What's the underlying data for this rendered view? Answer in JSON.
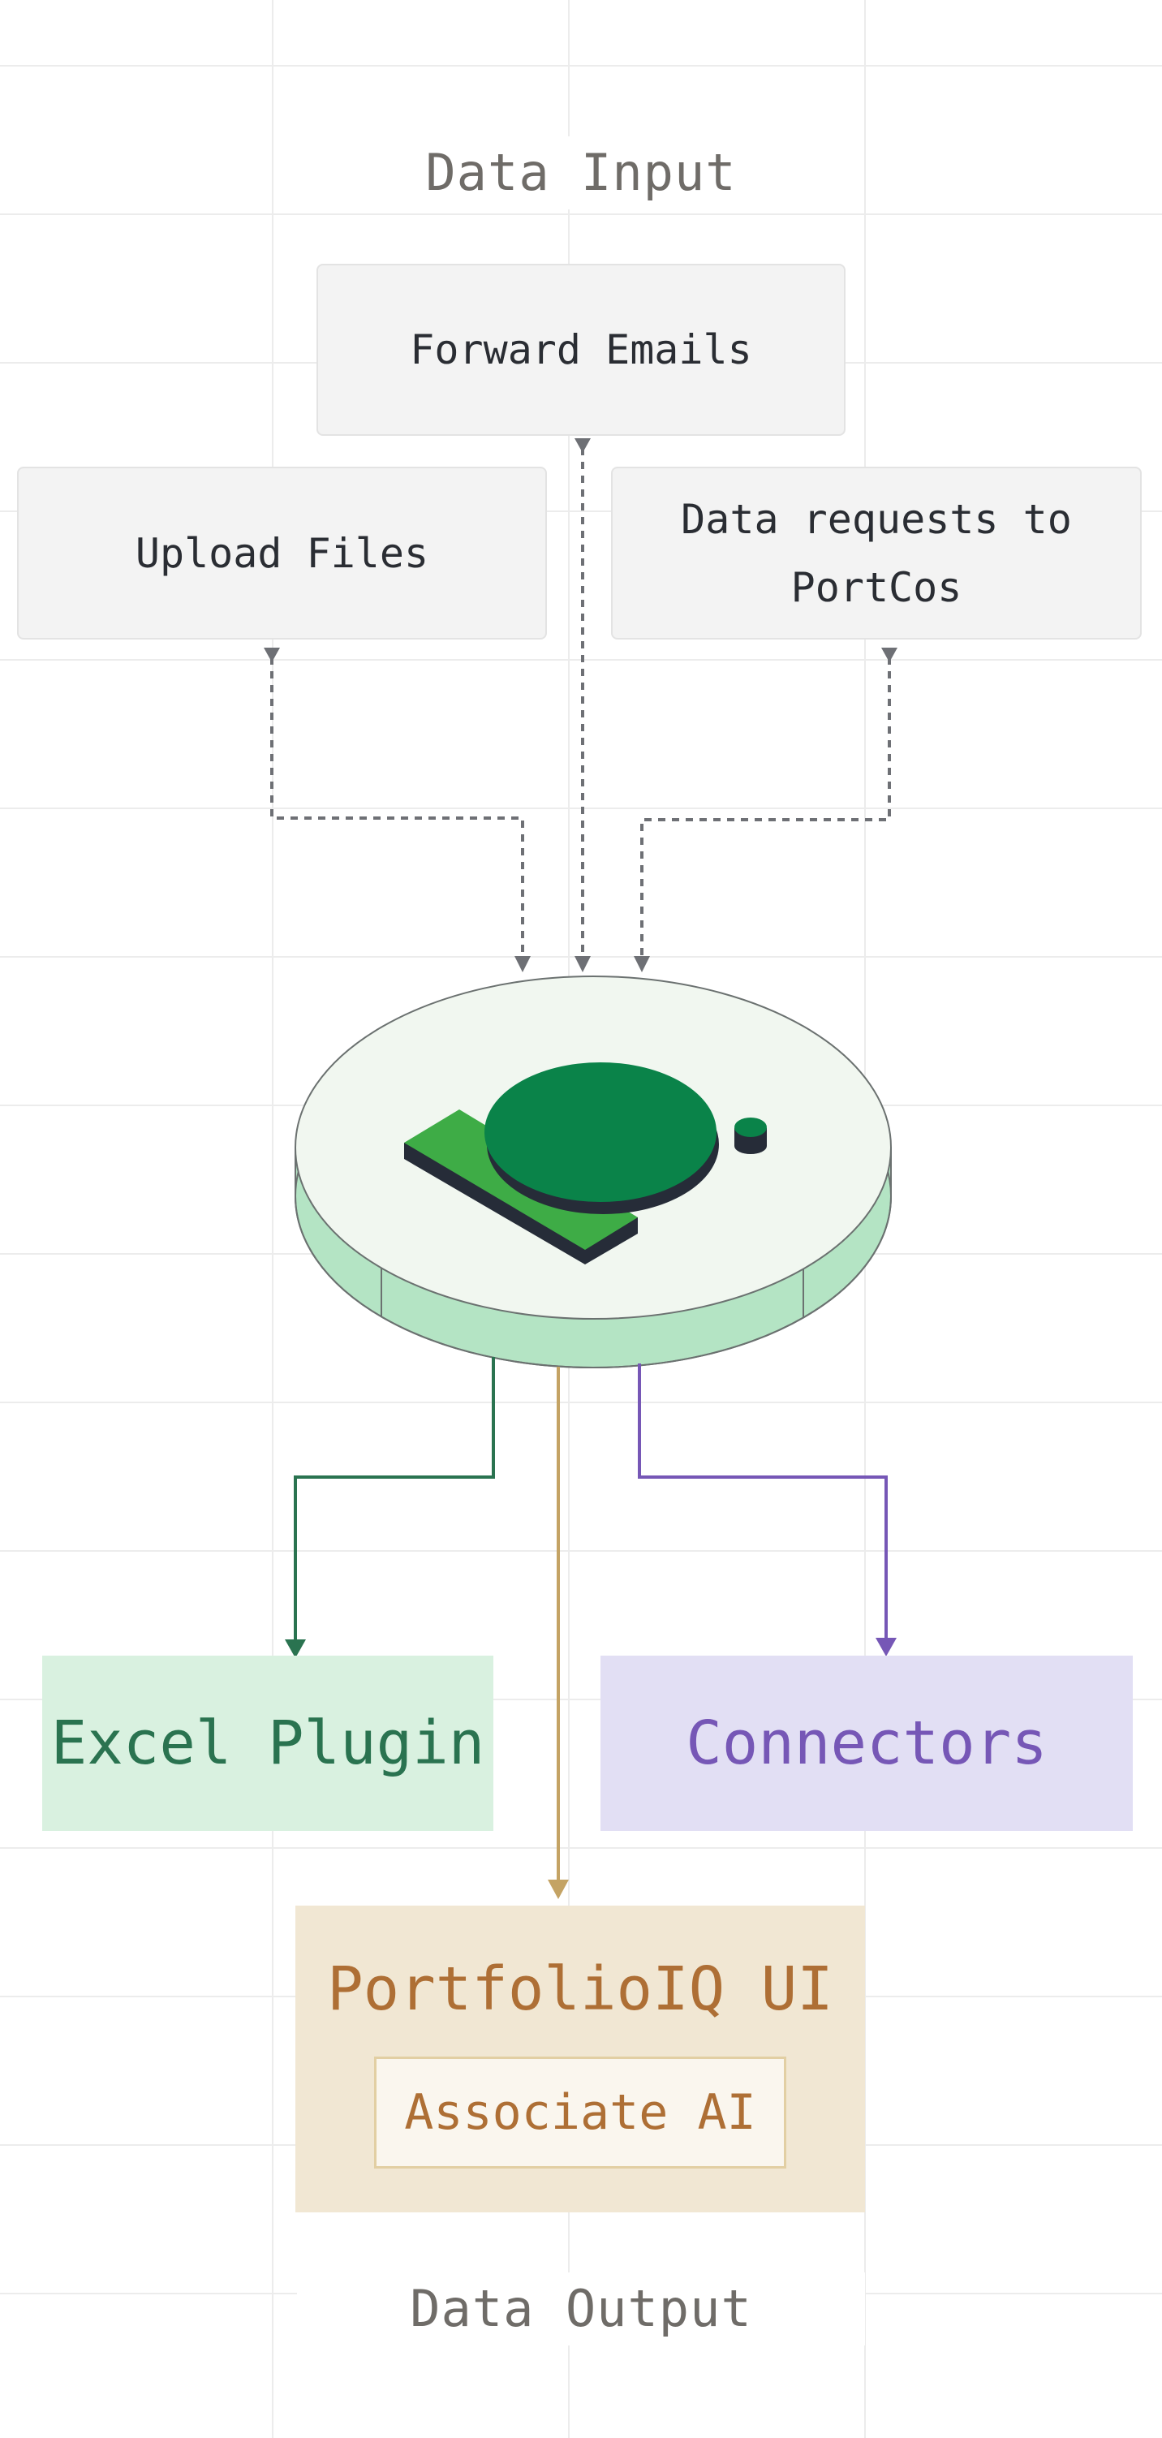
{
  "diagram": {
    "input_title": "Data Input",
    "output_title": "Data Output",
    "inputs": {
      "forward_emails": "Forward Emails",
      "upload_files": "Upload Files",
      "data_requests_line1": "Data requests to",
      "data_requests_line2": "PortCos"
    },
    "outputs": {
      "excel_plugin": "Excel Plugin",
      "connectors": "Connectors",
      "portfolioiq_ui": "PortfolioIQ UI",
      "associate_ai": "Associate AI"
    },
    "colors": {
      "input_arrow": "#6e7075",
      "excel_arrow": "#2a7350",
      "ui_arrow": "#c4a364",
      "connectors_arrow": "#7657b6",
      "platform_top": "#f1f7f0",
      "platform_side": "#b4e4c4",
      "logo_dark_green": "#0a8349",
      "logo_light_green": "#3eac46",
      "logo_shadow": "#262c38"
    }
  }
}
